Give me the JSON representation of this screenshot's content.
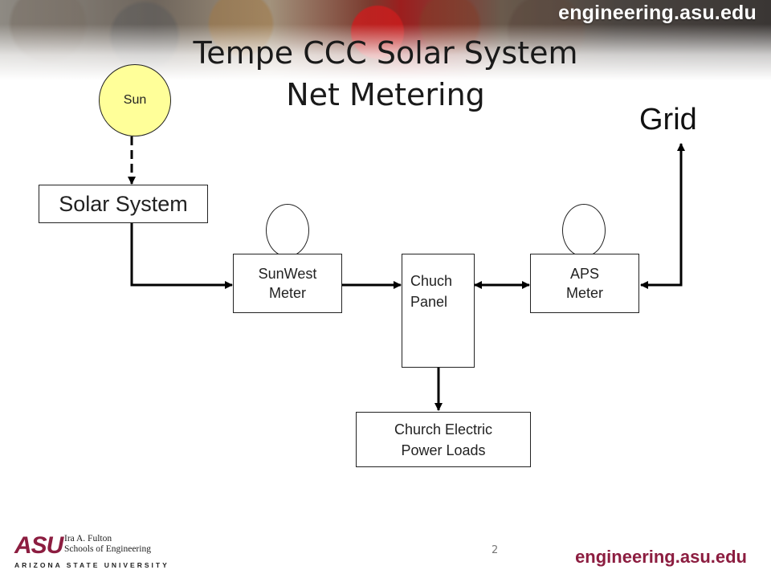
{
  "header": {
    "brand": "engineering.asu.edu",
    "title_line1": "Tempe CCC Solar System",
    "title_line2": "Net Metering"
  },
  "diagram": {
    "sun": "Sun",
    "grid": "Grid",
    "solar_system": "Solar System",
    "sunwest_meter": "SunWest\nMeter",
    "church_panel": "Chuch\nPanel",
    "aps_meter": "APS\nMeter",
    "loads": "Church Electric\nPower Loads"
  },
  "colors": {
    "sun_fill": "#ffff99",
    "asu_maroon": "#8c1d40"
  },
  "footer": {
    "page_number": "2",
    "asu_mark": "ASU",
    "school": "Ira A. Fulton\nSchools of Engineering",
    "university": "ARIZONA STATE UNIVERSITY",
    "brand": "engineering.asu.edu"
  }
}
